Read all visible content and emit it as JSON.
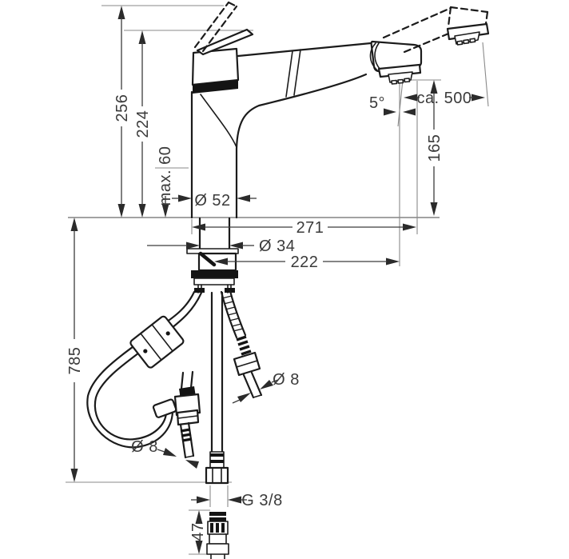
{
  "labels": {
    "height_total": "256",
    "height_to_lever": "224",
    "max_deck_thickness": "max. 60",
    "base_diameter": "Ø 52",
    "reach_overall": "271",
    "shank_diameter": "Ø 34",
    "spout_reach": "222",
    "hose_length_below": "785",
    "spray_angle": "5°",
    "pullout_length": "ca. 500",
    "clearance_height": "165",
    "hose_diameter_right": "Ø 8",
    "hose_diameter_left": "Ø 8",
    "connection_thread": "G 3/8",
    "connector_height": "47"
  }
}
